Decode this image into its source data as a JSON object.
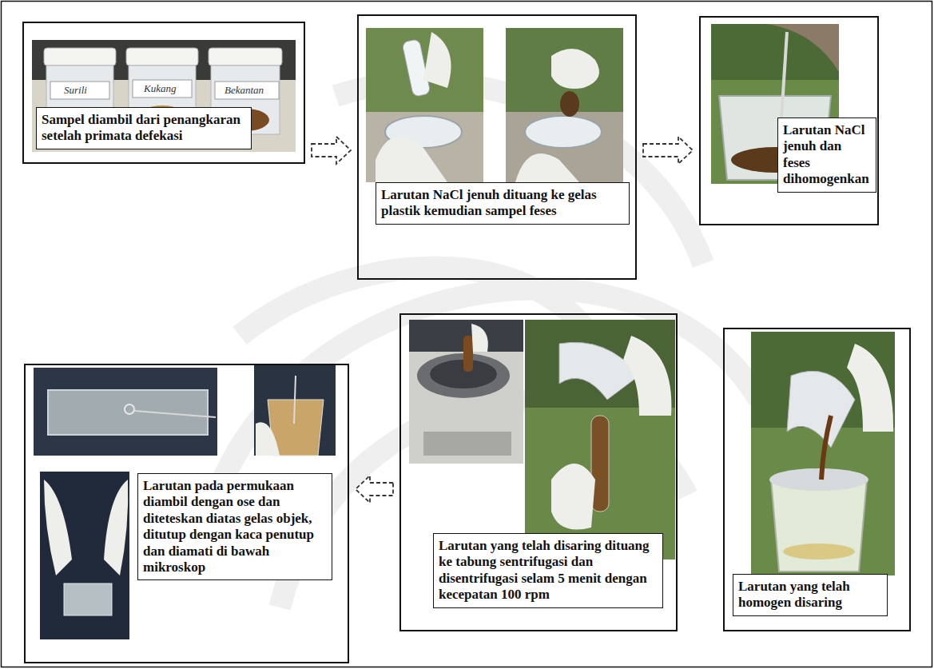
{
  "diagram": {
    "nodes": [
      {
        "text": [
          "Sampel diambil dari penangkaran setelah primata defekasi"
        ]
      },
      {
        "text": [
          "Larutan NaCl jenuh dituang ke gelas plastik kemudian sampel feses"
        ]
      },
      {
        "text": [
          "Larutan NaCl jenuh dan feses dihomogenkan"
        ]
      },
      {
        "text": [
          "Larutan pada permukaan diambil dengan ose dan diteteskan diatas gelas objek, ditutup dengan kaca penutup dan diamati di bawah mikroskop"
        ]
      },
      {
        "text": [
          "Larutan yang telah disaring dituang ke tabung sentrifugasi dan disentrifugasi selam 5 menit dengan kecepatan 100 rpm"
        ]
      },
      {
        "text": [
          "Larutan yang telah homogen disaring"
        ]
      }
    ],
    "edges": [
      {
        "from": 0,
        "to": 1,
        "arrow": "to"
      },
      {
        "from": 1,
        "to": 2,
        "arrow": "to"
      },
      {
        "from": 4,
        "to": 3,
        "arrow": "to"
      }
    ],
    "labels": [
      "Surili",
      "Kukang",
      "Bekantan"
    ]
  }
}
